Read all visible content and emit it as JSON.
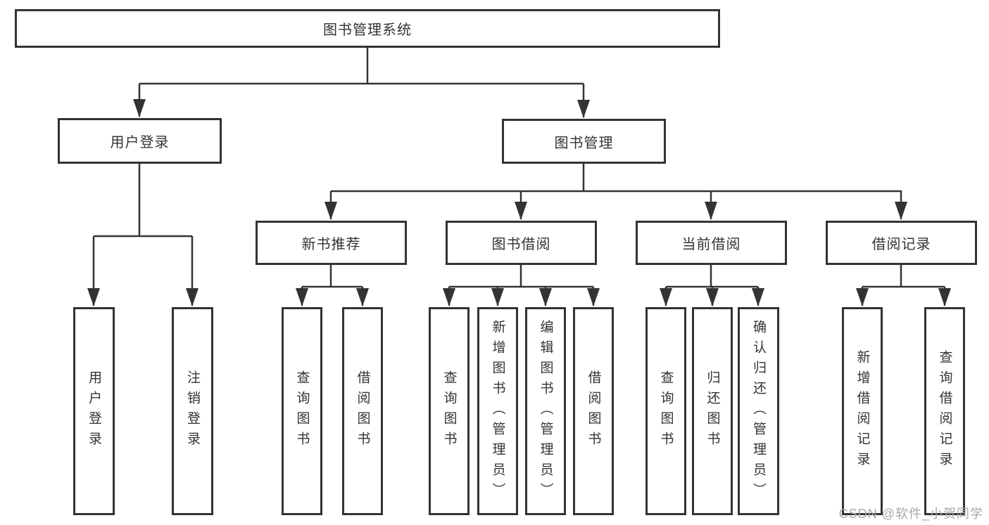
{
  "diagram": {
    "root": {
      "label": "图书管理系统"
    },
    "level2": [
      {
        "label": "用户登录"
      },
      {
        "label": "图书管理"
      }
    ],
    "level3": [
      {
        "label": "新书推荐"
      },
      {
        "label": "图书借阅"
      },
      {
        "label": "当前借阅"
      },
      {
        "label": "借阅记录"
      }
    ],
    "leaves": [
      {
        "label": "用户登录"
      },
      {
        "label": "注销登录"
      },
      {
        "label": "查询图书"
      },
      {
        "label": "借阅图书"
      },
      {
        "label": "查询图书"
      },
      {
        "label": "新增图书（管理员）"
      },
      {
        "label": "编辑图书（管理员）"
      },
      {
        "label": "借阅图书"
      },
      {
        "label": "查询图书"
      },
      {
        "label": "归还图书"
      },
      {
        "label": "确认归还（管理员）"
      },
      {
        "label": "新增借阅记录"
      },
      {
        "label": "查询借阅记录"
      }
    ]
  },
  "watermark": {
    "text": "CSDN @软件_小贺同学"
  },
  "colors": {
    "line": "#333333",
    "text": "#333333",
    "box_background": "#ffffff",
    "watermark": "#a8a8a8"
  }
}
